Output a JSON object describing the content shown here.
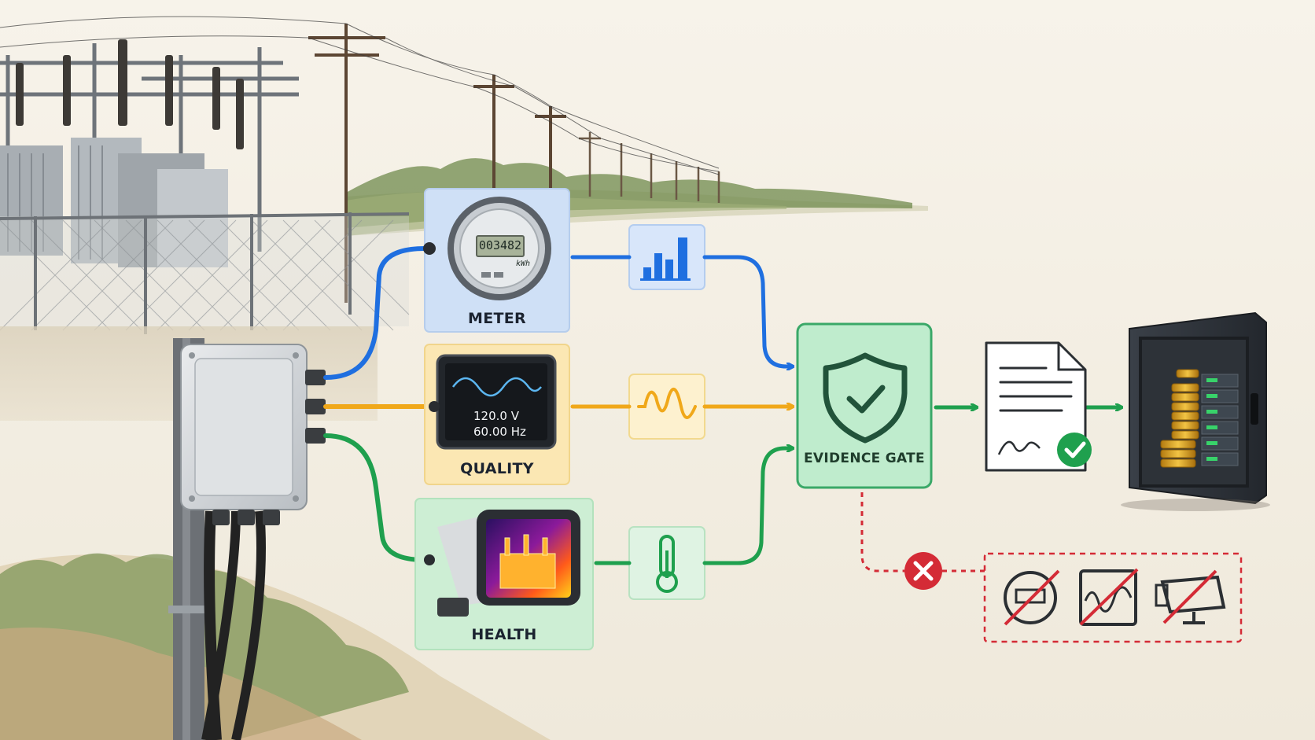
{
  "sources": {
    "meter": {
      "label": "METER",
      "display_value": "003482",
      "unit": "kWh"
    },
    "quality": {
      "label": "QUALITY",
      "voltage": "120.0 V",
      "frequency": "60.00 Hz"
    },
    "health": {
      "label": "HEALTH"
    }
  },
  "gate": {
    "label": "EVIDENCE GATE"
  },
  "icons": {
    "meter_signal": "bar-chart-icon",
    "quality_signal": "waveform-icon",
    "health_signal": "thermometer-icon",
    "gate": "shield-check-icon",
    "output": "signed-document-icon",
    "storage": "vault-icon",
    "reject": "reject-x-icon",
    "rejected_items": [
      "meter-crossed-icon",
      "waveform-crossed-icon",
      "camera-crossed-icon"
    ]
  },
  "colors": {
    "meter": "#1f6fe0",
    "quality": "#f0a81a",
    "health": "#1fa04e",
    "gate": "#2e9d5a",
    "reject": "#d42b36",
    "background": "#f6f2e8"
  }
}
